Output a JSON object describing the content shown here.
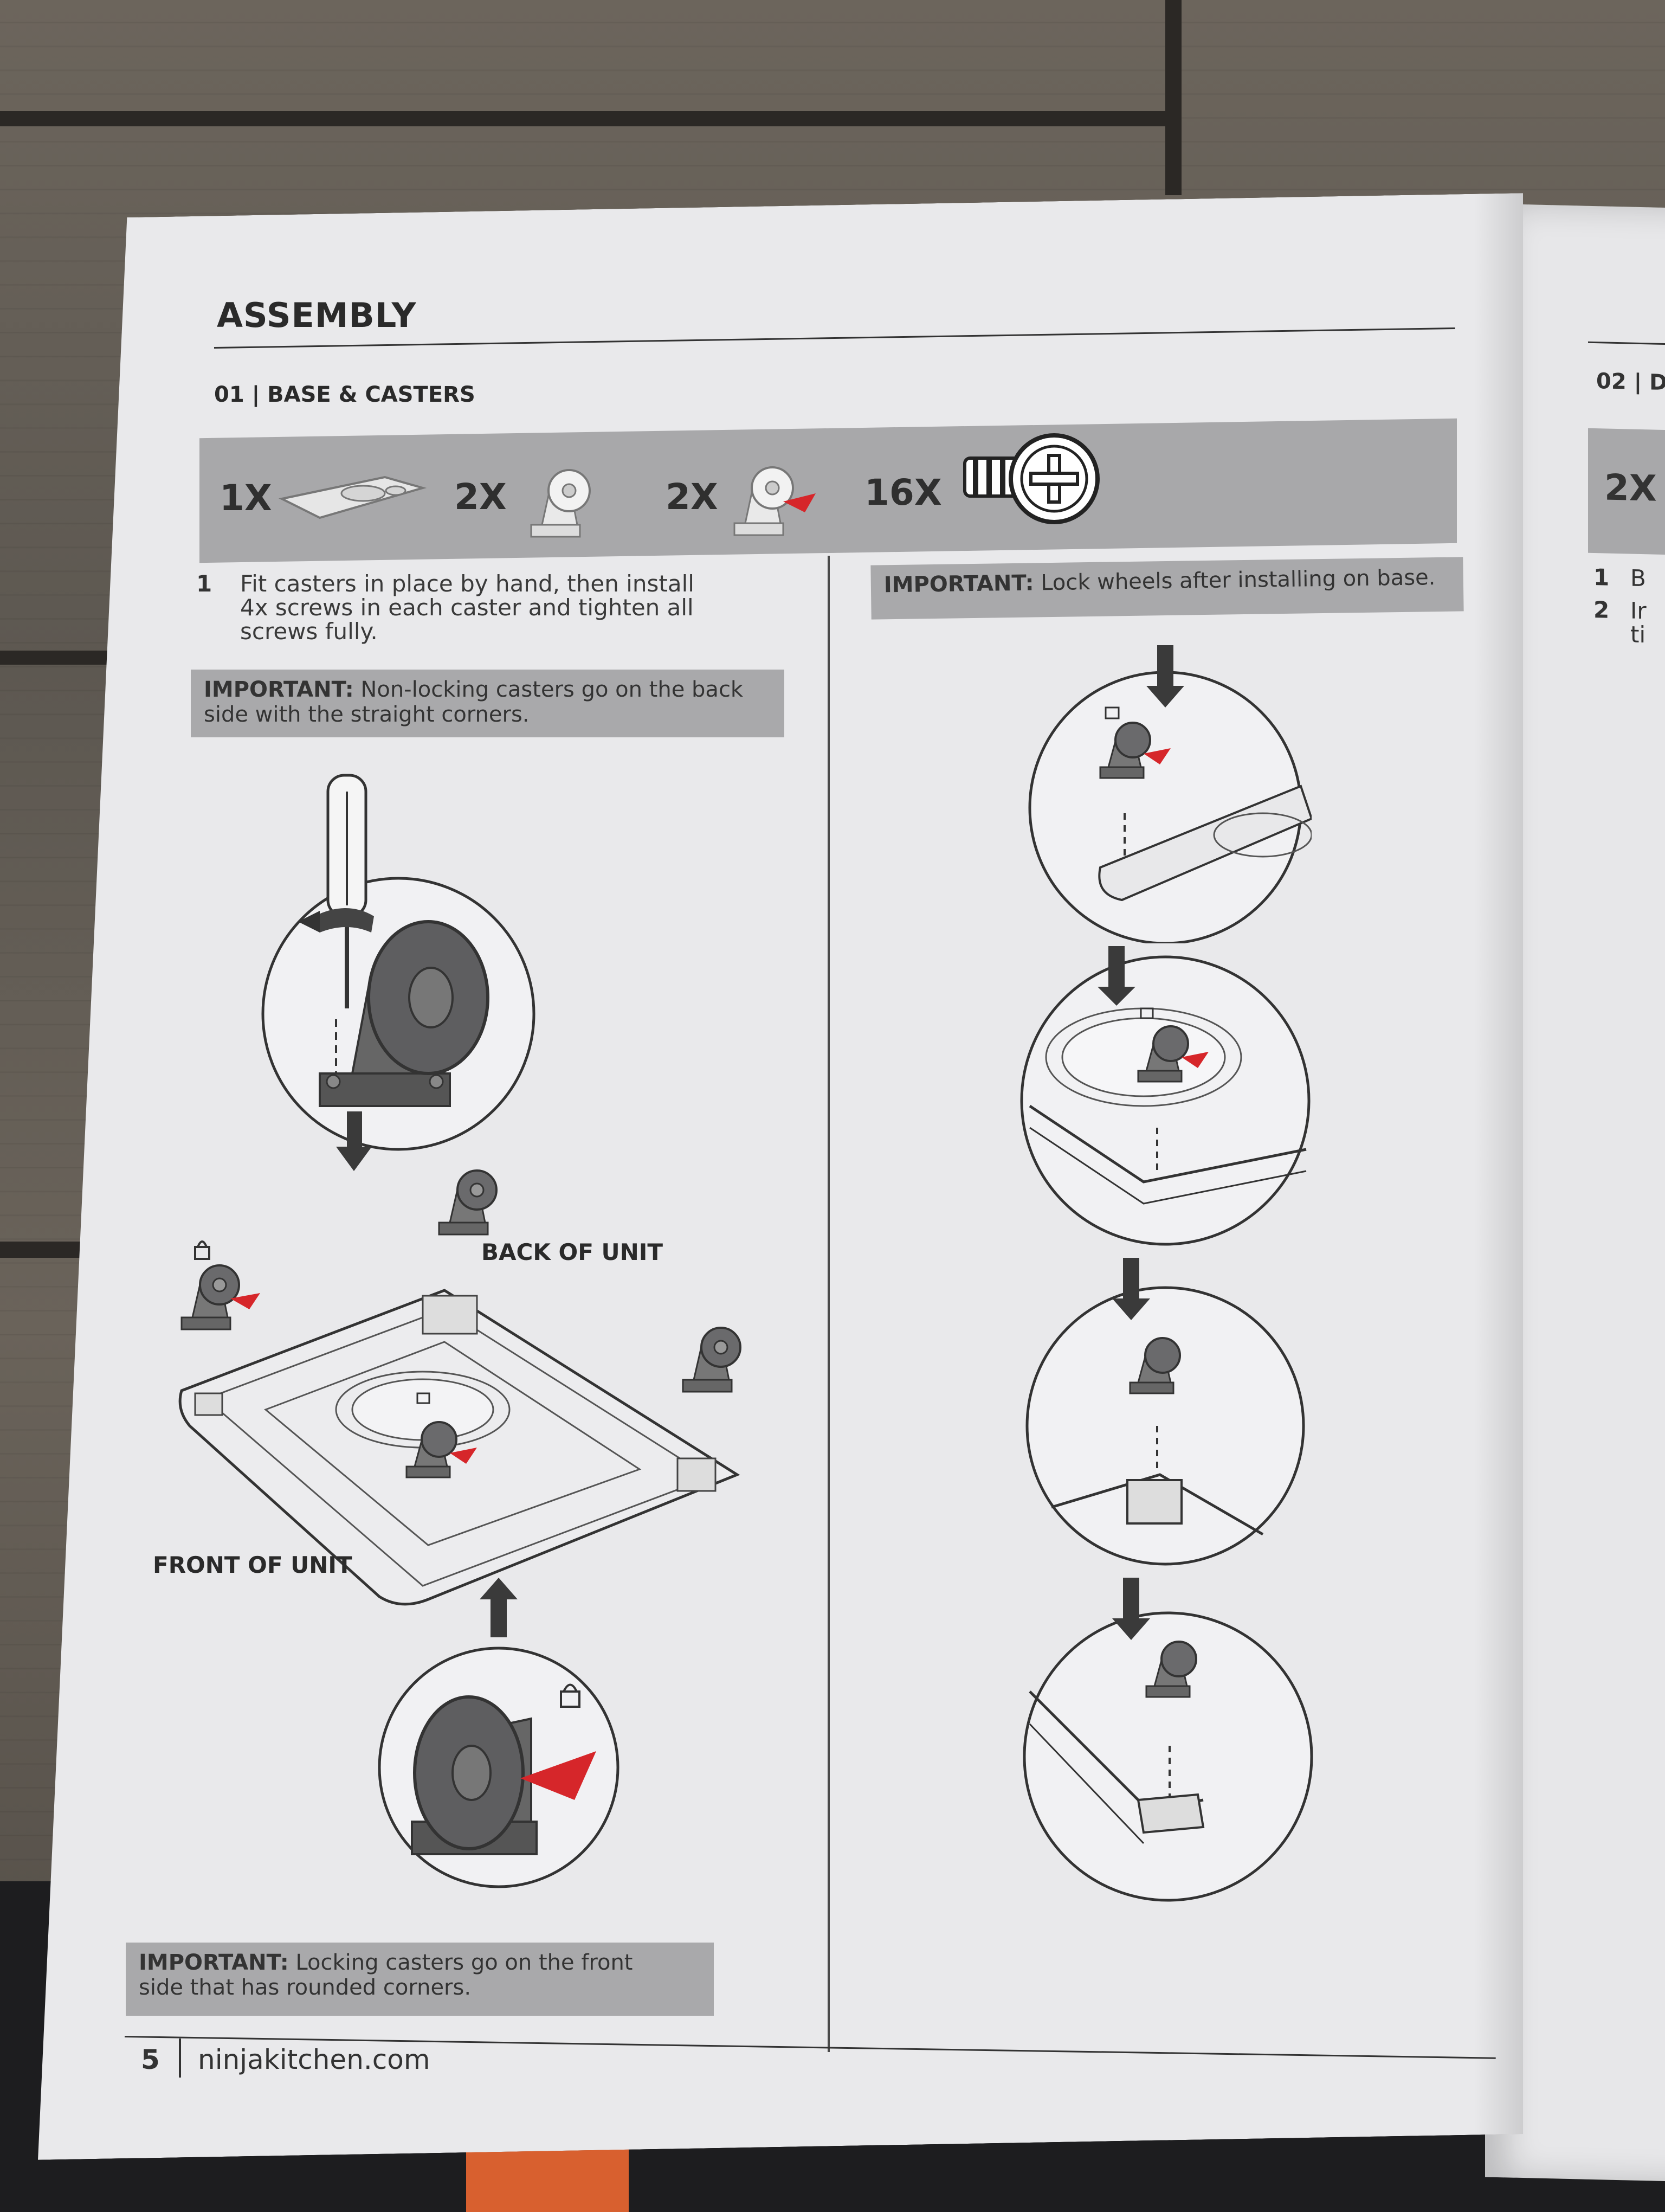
{
  "page": {
    "title": "ASSEMBLY",
    "section": "01 | BASE & CASTERS",
    "parts": [
      {
        "qty": "1X",
        "icon": "base-tray-icon"
      },
      {
        "qty": "2X",
        "icon": "caster-icon"
      },
      {
        "qty": "2X",
        "icon": "locking-caster-icon"
      },
      {
        "qty": "16X",
        "icon": "screw-icon"
      }
    ],
    "step1_num": "1",
    "step1_text_l1": "Fit casters in place by hand, then install",
    "step1_text_l2": "4x screws in each caster and tighten all",
    "step1_text_l3": "screws fully.",
    "important_label": "IMPORTANT:",
    "important_back_l1": " Non-locking casters go on the back",
    "important_back_l2": "side with the straight corners.",
    "important_lock": " Lock wheels after installing on base.",
    "important_front_l1": " Locking casters go on the front",
    "important_front_l2": "side that has rounded corners.",
    "label_back": "BACK OF UNIT",
    "label_front": "FRONT OF UNIT",
    "page_number": "5",
    "website": "ninjakitchen.com"
  },
  "right_page": {
    "section_partial": "02 | D",
    "qty_partial": "2X",
    "step1": "1",
    "step1_text": "B",
    "step2": "2",
    "step2_text_l1": "Ir",
    "step2_text_l2": "ti"
  },
  "colors": {
    "paper": "#e9e9eb",
    "important_bg": "#a9a9ab",
    "caster_dark": "#5a5a5c",
    "lock_red": "#d6262a"
  }
}
